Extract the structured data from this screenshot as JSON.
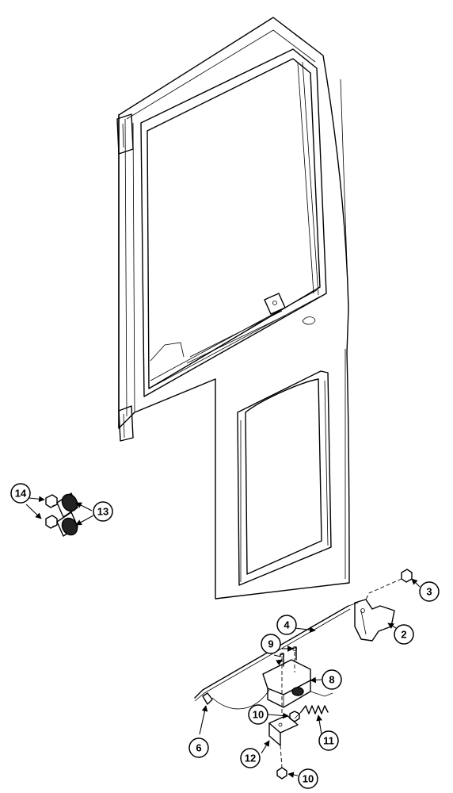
{
  "callouts": {
    "c2": "2",
    "c3": "3",
    "c4": "4",
    "c6": "6",
    "c8": "8",
    "c9": "9",
    "c10a": "10",
    "c10b": "10",
    "c11": "11",
    "c12": "12",
    "c13": "13",
    "c14": "14"
  }
}
